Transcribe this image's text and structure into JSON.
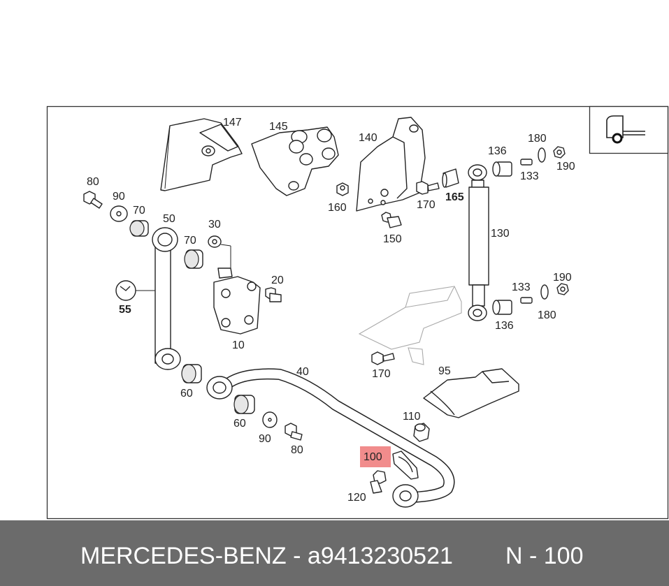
{
  "diagram": {
    "labels": {
      "l147": "147",
      "l145": "145",
      "l140": "140",
      "l136a": "136",
      "l180a": "180",
      "l190a": "190",
      "l133a": "133",
      "l165": "165",
      "l170a": "170",
      "l160": "160",
      "l80a": "80",
      "l90a": "90",
      "l70a": "70",
      "l50": "50",
      "l30": "30",
      "l70b": "70",
      "l150": "150",
      "l130": "130",
      "l20": "20",
      "l55": "55",
      "l133b": "133",
      "l190b": "190",
      "l180b": "180",
      "l136b": "136",
      "l10": "10",
      "l170b": "170",
      "l40": "40",
      "l95": "95",
      "l60a": "60",
      "l60b": "60",
      "l90b": "90",
      "l80b": "80",
      "l110": "110",
      "l100": "100",
      "l120": "120"
    },
    "highlight_color": "#f08080"
  },
  "footer": {
    "brand_part": "MERCEDES-BENZ - a9413230521",
    "ref": "N - 100"
  }
}
